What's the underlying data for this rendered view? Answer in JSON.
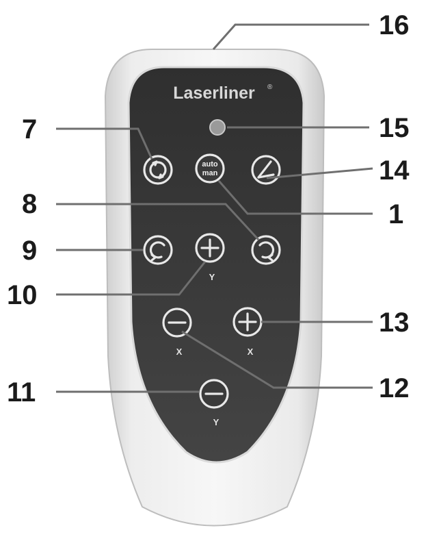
{
  "brand": {
    "name": "Laserliner",
    "reg_mark": "®"
  },
  "callouts": {
    "c1": "1",
    "c7": "7",
    "c8": "8",
    "c9": "9",
    "c10": "10",
    "c11": "11",
    "c12": "12",
    "c13": "13",
    "c14": "14",
    "c15": "15",
    "c16": "16"
  },
  "buttons": {
    "auto_man": {
      "line1": "auto",
      "line2": "man"
    },
    "y_plus_axis": "Y",
    "x_minus_axis": "X",
    "x_plus_axis": "X",
    "y_minus_axis": "Y"
  },
  "colors": {
    "face": "#3a3a3a",
    "housing": "#ececec",
    "leader": "#6f6f6f",
    "callout_text": "#1b1b1b"
  }
}
